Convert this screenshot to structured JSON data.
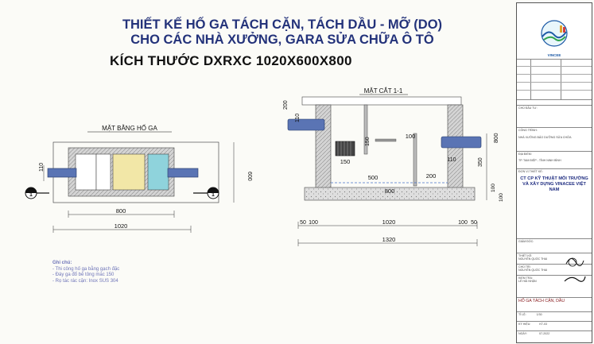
{
  "title": {
    "line1": "THIẾT KẾ HỐ GA TÁCH CẶN, TÁCH DẦU - MỠ (DO)",
    "line2": "CHO CÁC NHÀ XƯỞNG, GARA SỬA CHỮA Ô TÔ",
    "line3": "KÍCH THƯỚC DXRXC 1020X600X800"
  },
  "plan": {
    "label": "MẶT BẰNG HỐ GA",
    "section_marker": "1",
    "dims": {
      "pipe": "110",
      "height": "600",
      "inner": "800",
      "outer": "1020"
    }
  },
  "section": {
    "label": "MẶT CẮT 1-1",
    "dims": {
      "top_wall": "200",
      "pipe_left": "110",
      "grate": "150",
      "grate_h": "150",
      "step": "100",
      "pipe_right": "110",
      "depth": "800",
      "mid": "500",
      "baffle": "200",
      "lower": "350",
      "base": "800",
      "slab1": "100",
      "slab2": "100",
      "b1": "50",
      "b2": "100",
      "b3": "1020",
      "b4": "100",
      "b5": "50",
      "total": "1320"
    }
  },
  "notes": {
    "heading": "Ghi chú:",
    "items": [
      "- Thi công hố ga bằng gạch đặc",
      "- Đáy ga đổ bê tông mác 150",
      "- Rọ tác rác cặn: Inox SUS 304"
    ]
  },
  "titleblock": {
    "logo_text": "VINCEE",
    "row_label_1": "CHỦ ĐẦU TƯ:",
    "row_label_2": "CÔNG TRÌNH:",
    "row_value_2": "NHÀ XƯỞNG BẢO DƯỠNG SỬA CHỮA",
    "row_label_3": "ĐỊA ĐIỂM:",
    "row_value_3": "TP. TAM ĐIỆP - TỈNH NINH BÌNH",
    "row_label_4": "ĐƠN VỊ THIẾT KẾ:",
    "company": "CT CP KỸ THUẬT MÔI TRƯỜNG VÀ XÂY DỰNG VINACEE VIỆT NAM",
    "row_label_5": "GIÁM ĐỐC:",
    "sign1_role": "THIẾT KẾ:",
    "sign1_name": "NGUYỄN QUỐC THAI",
    "sign2_role": "CHỦ TRÌ:",
    "sign2_name": "NGUYỄN QUỐC THAI",
    "sign3_role": "KIỂM TRA:",
    "sign3_name": "LÊ HẢI NHẬN",
    "drawing_title": "HỐ GA TÁCH CẶN, DẦU",
    "scale_label": "TỈ LỆ:",
    "scale": "1/30",
    "sheet_label": "KÝ HIỆU:",
    "sheet": "KT-03",
    "date_label": "NGÀY:",
    "date": "07-2022"
  },
  "colors": {
    "title": "#23327a",
    "pipe": "#5a74b4",
    "tank_yellow": "#f2e7a7",
    "tank_cyan": "#8fd3dc",
    "wall": "#c9c9c9"
  }
}
